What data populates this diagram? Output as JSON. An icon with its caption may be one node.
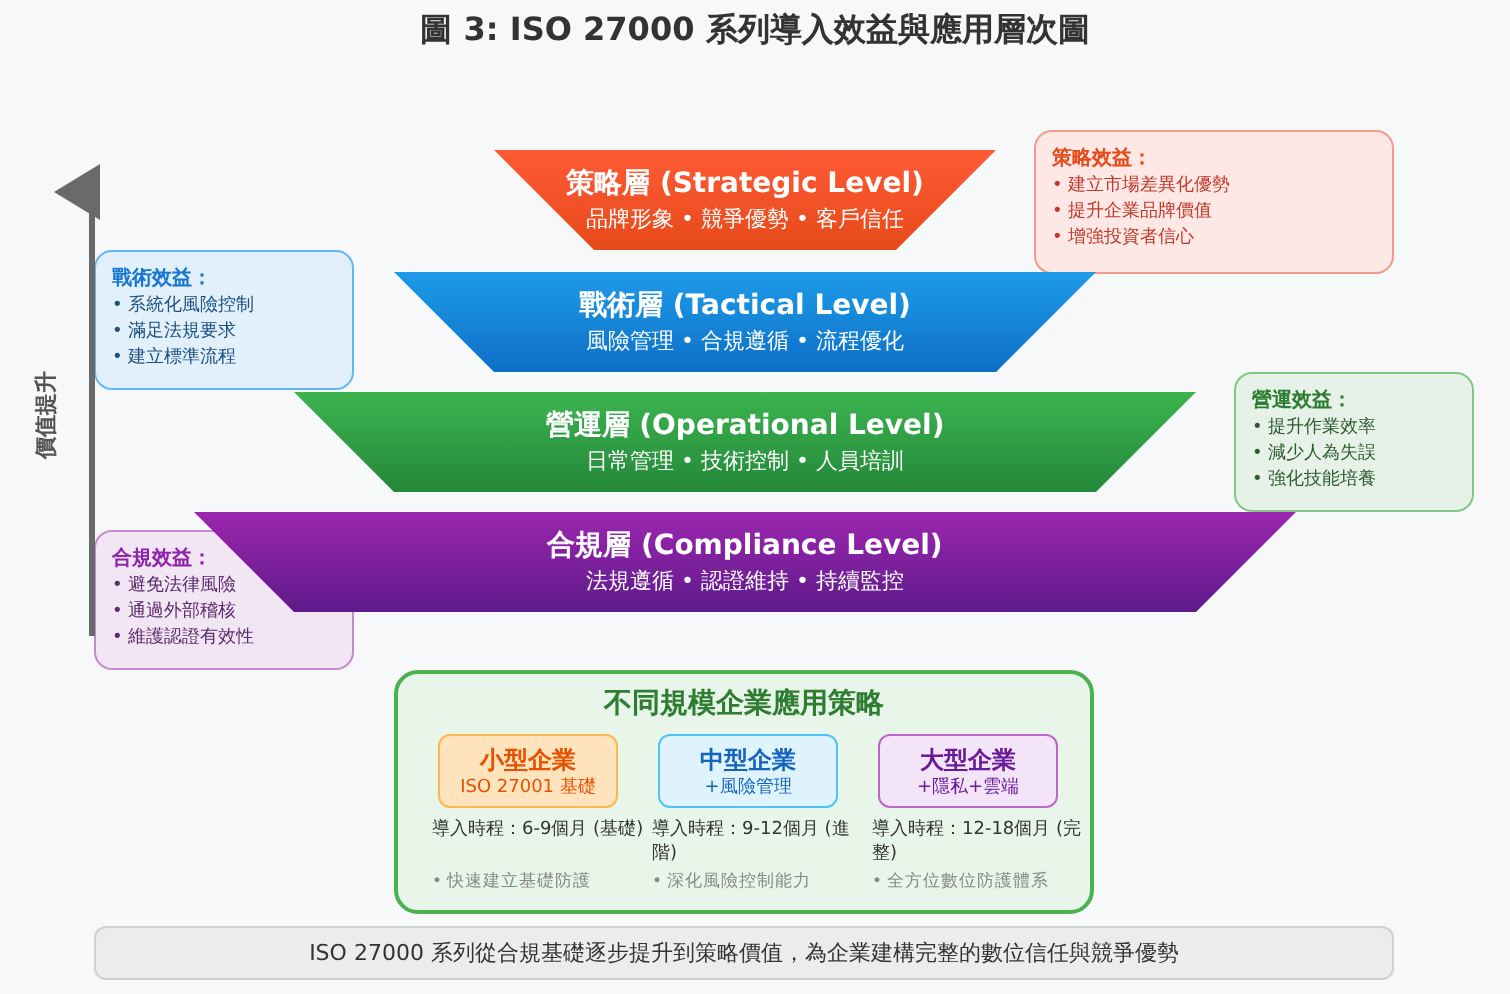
{
  "diagram": {
    "title": "圖 3: ISO 27000 系列導入效益與應用層次圖",
    "nodes": [
      {
        "text": [
          "策略層 (Strategic Level)",
          "品牌形象 • 競爭優勢 • 客戶信任"
        ]
      },
      {
        "text": [
          "戰術層 (Tactical Level)",
          "風險管理 • 合規遵循 • 流程優化"
        ]
      },
      {
        "text": [
          "營運層 (Operational Level)",
          "日常管理 • 技術控制 • 人員培訓"
        ]
      },
      {
        "text": [
          "合規層 (Compliance Level)",
          "法規遵循 • 認證維持 • 持續監控"
        ]
      },
      {
        "text": [
          "策略效益：",
          "• 建立市場差異化優勢",
          "• 提升企業品牌價值",
          "• 增強投資者信心"
        ]
      },
      {
        "text": [
          "戰術效益：",
          "• 系統化風險控制",
          "• 滿足法規要求",
          "• 建立標準流程"
        ]
      },
      {
        "text": [
          "營運效益：",
          "• 提升作業效率",
          "• 減少人為失誤",
          "• 強化技能培養"
        ]
      },
      {
        "text": [
          "合規效益：",
          "• 避免法律風險",
          "• 通過外部稽核",
          "• 維護認證有效性"
        ]
      },
      {
        "text": [
          "不同規模企業應用策略"
        ]
      },
      {
        "text": [
          "小型企業",
          "ISO 27001 基礎"
        ],
        "in": 8,
        "beside": [
          "導入時程：6-9個月 (基礎)",
          "• 快速建立基礎防護"
        ]
      },
      {
        "text": [
          "中型企業",
          "+風險管理"
        ],
        "in": 8,
        "beside": [
          "導入時程：9-12個月 (進階)",
          "• 深化風險控制能力"
        ]
      },
      {
        "text": [
          "大型企業",
          "+隱私+雲端"
        ],
        "in": 8,
        "beside": [
          "導入時程：12-18個月 (完整)",
          "• 全方位數位防護體系"
        ]
      },
      {
        "text": [
          "ISO 27000 系列從合規基礎逐步提升到策略價值，為企業建構完整的數位信任與競爭優勢"
        ]
      }
    ],
    "labels": [
      "價值提升"
    ]
  }
}
